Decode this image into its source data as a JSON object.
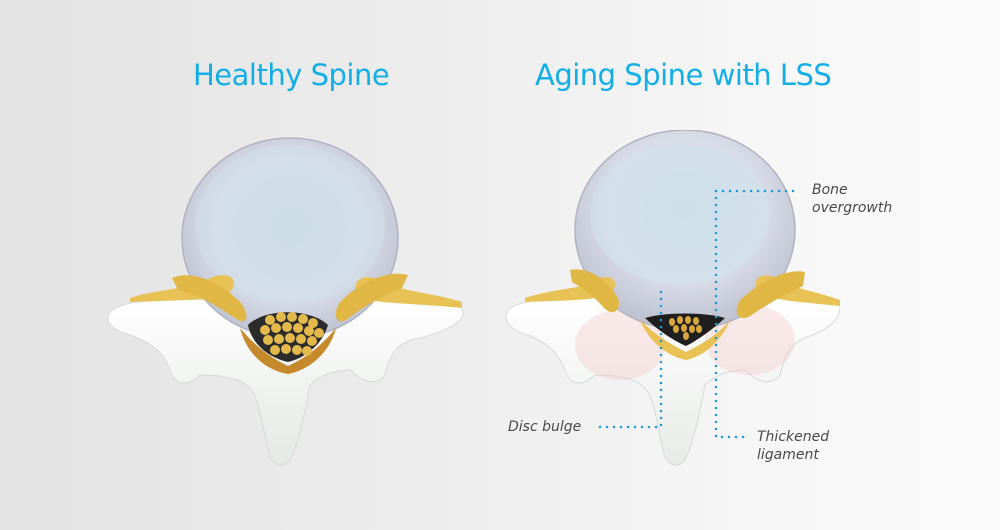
{
  "titles": {
    "left": "Healthy Spine",
    "right": "Aging Spine with LSS"
  },
  "panels": [
    {
      "name": "healthy-spine",
      "image": "vertebra-illustration-healthy"
    },
    {
      "name": "aging-spine-lss",
      "image": "vertebra-illustration-stenosis"
    }
  ],
  "annotations": {
    "bone_overgrowth": {
      "line1": "Bone",
      "line2": "overgrowth"
    },
    "disc_bulge": {
      "line1": "Disc bulge"
    },
    "thickened_ligament": {
      "line1": "Thickened",
      "line2": "ligament"
    }
  },
  "colors": {
    "title": "#12aee6",
    "leader_dots": "#1a9ad6",
    "label_text": "#4a4a4a",
    "nerve": "#e8c255",
    "bone": "#f2f4f2",
    "disc": "#d9dde8"
  }
}
